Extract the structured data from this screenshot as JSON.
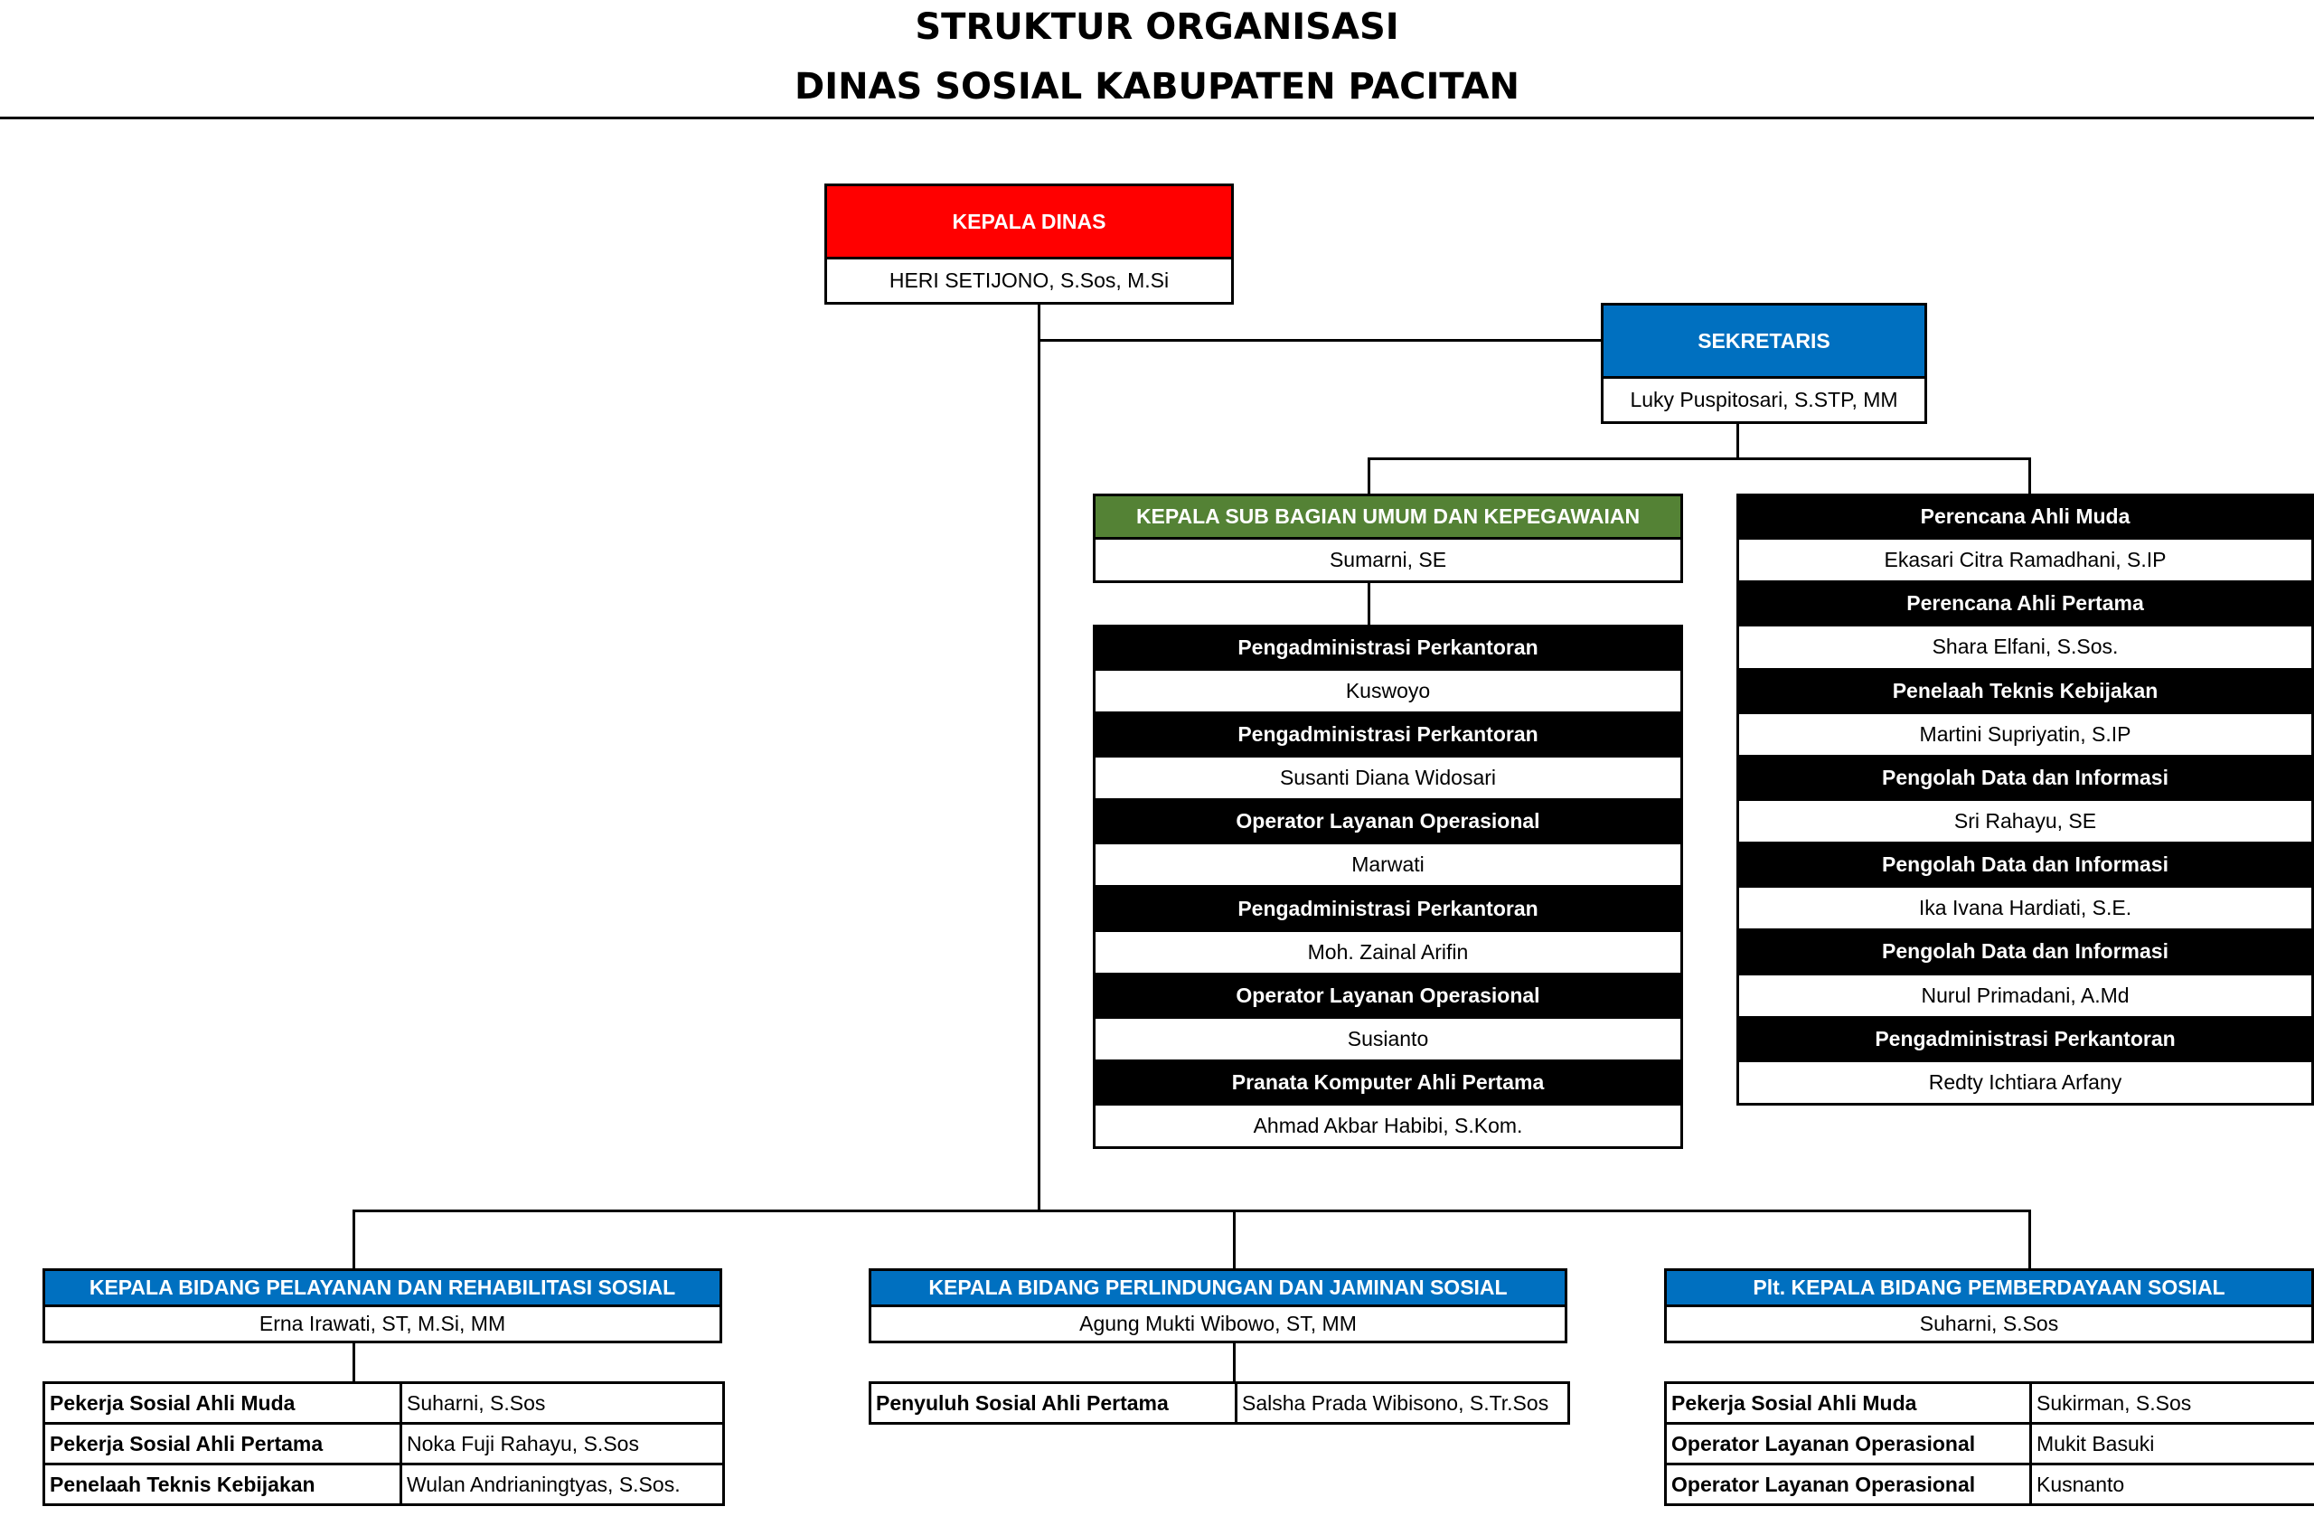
{
  "header": {
    "title_line1": "STRUKTUR ORGANISASI",
    "title_line2": "DINAS SOSIAL KABUPATEN PACITAN"
  },
  "kepala_dinas": {
    "title": "KEPALA DINAS",
    "name": "HERI SETIJONO, S.Sos, M.Si"
  },
  "sekretaris": {
    "title": "SEKRETARIS",
    "name": "Luky Puspitosari, S.STP, MM"
  },
  "subbag": {
    "title": "KEPALA SUB BAGIAN UMUM DAN KEPEGAWAIAN",
    "name": "Sumarni, SE",
    "staff": [
      {
        "role": "Pengadministrasi Perkantoran",
        "name": "Kuswoyo"
      },
      {
        "role": "Pengadministrasi Perkantoran",
        "name": "Susanti Diana Widosari"
      },
      {
        "role": "Operator Layanan Operasional",
        "name": "Marwati"
      },
      {
        "role": "Pengadministrasi Perkantoran",
        "name": "Moh. Zainal Arifin"
      },
      {
        "role": "Operator Layanan Operasional",
        "name": "Susianto"
      },
      {
        "role": "Pranata Komputer Ahli Pertama",
        "name": "Ahmad Akbar Habibi, S.Kom."
      }
    ]
  },
  "sekretariat_staff": [
    {
      "role": "Perencana Ahli Muda",
      "name": "Ekasari Citra Ramadhani, S.IP"
    },
    {
      "role": "Perencana Ahli Pertama",
      "name": "Shara Elfani, S.Sos."
    },
    {
      "role": "Penelaah Teknis Kebijakan",
      "name": "Martini Supriyatin, S.IP"
    },
    {
      "role": "Pengolah Data dan Informasi",
      "name": "Sri Rahayu, SE"
    },
    {
      "role": "Pengolah Data dan Informasi",
      "name": "Ika Ivana Hardiati, S.E."
    },
    {
      "role": "Pengolah Data dan Informasi",
      "name": "Nurul Primadani, A.Md"
    },
    {
      "role": "Pengadministrasi Perkantoran",
      "name": "Redty Ichtiara Arfany"
    }
  ],
  "bidang": [
    {
      "title": "KEPALA BIDANG PELAYANAN DAN REHABILITASI SOSIAL",
      "name": "Erna Irawati, ST, M.Si, MM",
      "staff": [
        {
          "role": "Pekerja Sosial Ahli Muda",
          "name": "Suharni, S.Sos"
        },
        {
          "role": "Pekerja Sosial Ahli Pertama",
          "name": "Noka Fuji Rahayu, S.Sos"
        },
        {
          "role": "Penelaah Teknis Kebijakan",
          "name": "Wulan Andrianingtyas, S.Sos."
        }
      ]
    },
    {
      "title": "KEPALA BIDANG PERLINDUNGAN DAN JAMINAN SOSIAL",
      "name": "Agung Mukti Wibowo, ST, MM",
      "staff": [
        {
          "role": "Penyuluh Sosial Ahli Pertama",
          "name": "Salsha Prada Wibisono, S.Tr.Sos"
        }
      ]
    },
    {
      "title": "Plt. KEPALA BIDANG PEMBERDAYAAN SOSIAL",
      "name": "Suharni, S.Sos",
      "staff": [
        {
          "role": "Pekerja Sosial Ahli Muda",
          "name": "Sukirman, S.Sos"
        },
        {
          "role": "Operator Layanan Operasional",
          "name": "Mukit Basuki"
        },
        {
          "role": "Operator Layanan Operasional",
          "name": "Kusnanto"
        }
      ]
    }
  ],
  "colors": {
    "kepala_dinas_header": "#ff0000",
    "sekretaris_header": "#0070c0",
    "subbag_header": "#548235",
    "staff_header": "#000000",
    "bidang_header": "#0070c0"
  }
}
